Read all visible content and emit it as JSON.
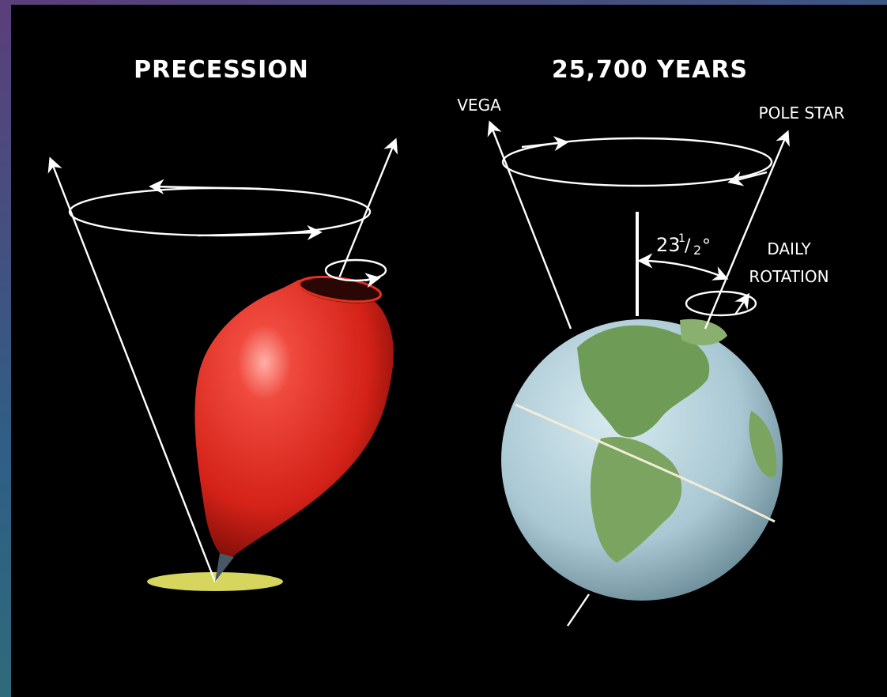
{
  "titles": {
    "left": "PRECESSION",
    "right": "25,700 YEARS"
  },
  "labels": {
    "vega": "VEGA",
    "pole_star": "POLE STAR",
    "angle_whole": "23",
    "angle_num": "1",
    "angle_den": "2",
    "angle_deg": "°",
    "daily_line1": "DAILY",
    "daily_line2": "ROTATION"
  },
  "colors": {
    "top": "#e02820",
    "top_highlight": "#ff8a80",
    "tip": "#4a5868",
    "floor": "#d8d860",
    "ocean": "#b7d3dd",
    "land": "#6f9b58",
    "lines": "#ffffff"
  }
}
